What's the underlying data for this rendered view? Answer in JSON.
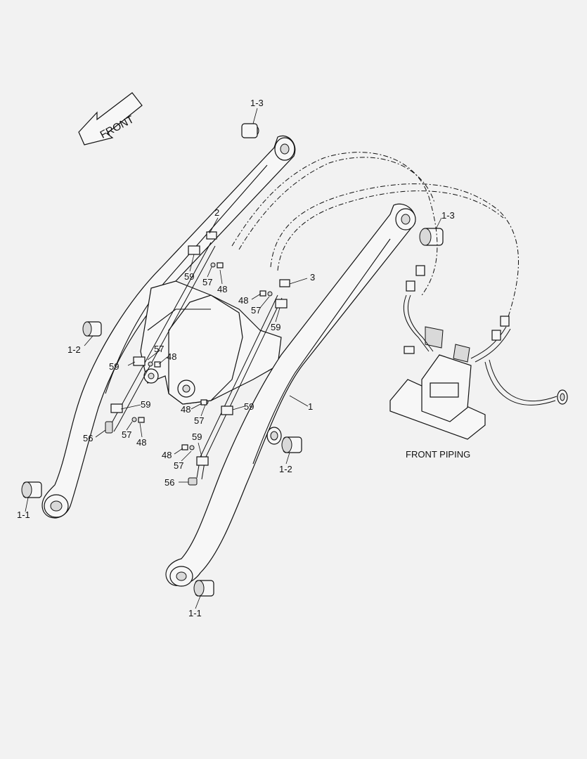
{
  "direction_arrow": {
    "label": "FRONT"
  },
  "inset": {
    "caption": "FRONT PIPING"
  },
  "callouts": {
    "c13a": "1-3",
    "c13b": "1-3",
    "c12a": "1-2",
    "c12b": "1-2",
    "c11a": "1-1",
    "c11b": "1-1",
    "c1": "1",
    "c2": "2",
    "c3": "3",
    "c59a": "59",
    "c57a": "57",
    "c48a": "48",
    "c48b": "48",
    "c57b": "57",
    "c59b": "59",
    "c57c": "57",
    "c59c": "59",
    "c48c": "48",
    "c59d": "59",
    "c56a": "56",
    "c57d": "57",
    "c48d": "48",
    "c48e": "48",
    "c57e": "57",
    "c59e": "59",
    "c59f": "59",
    "c48f": "48",
    "c57f": "57",
    "c56b": "56"
  },
  "colors": {
    "background": "#f2f2f2",
    "ink": "#111111"
  }
}
